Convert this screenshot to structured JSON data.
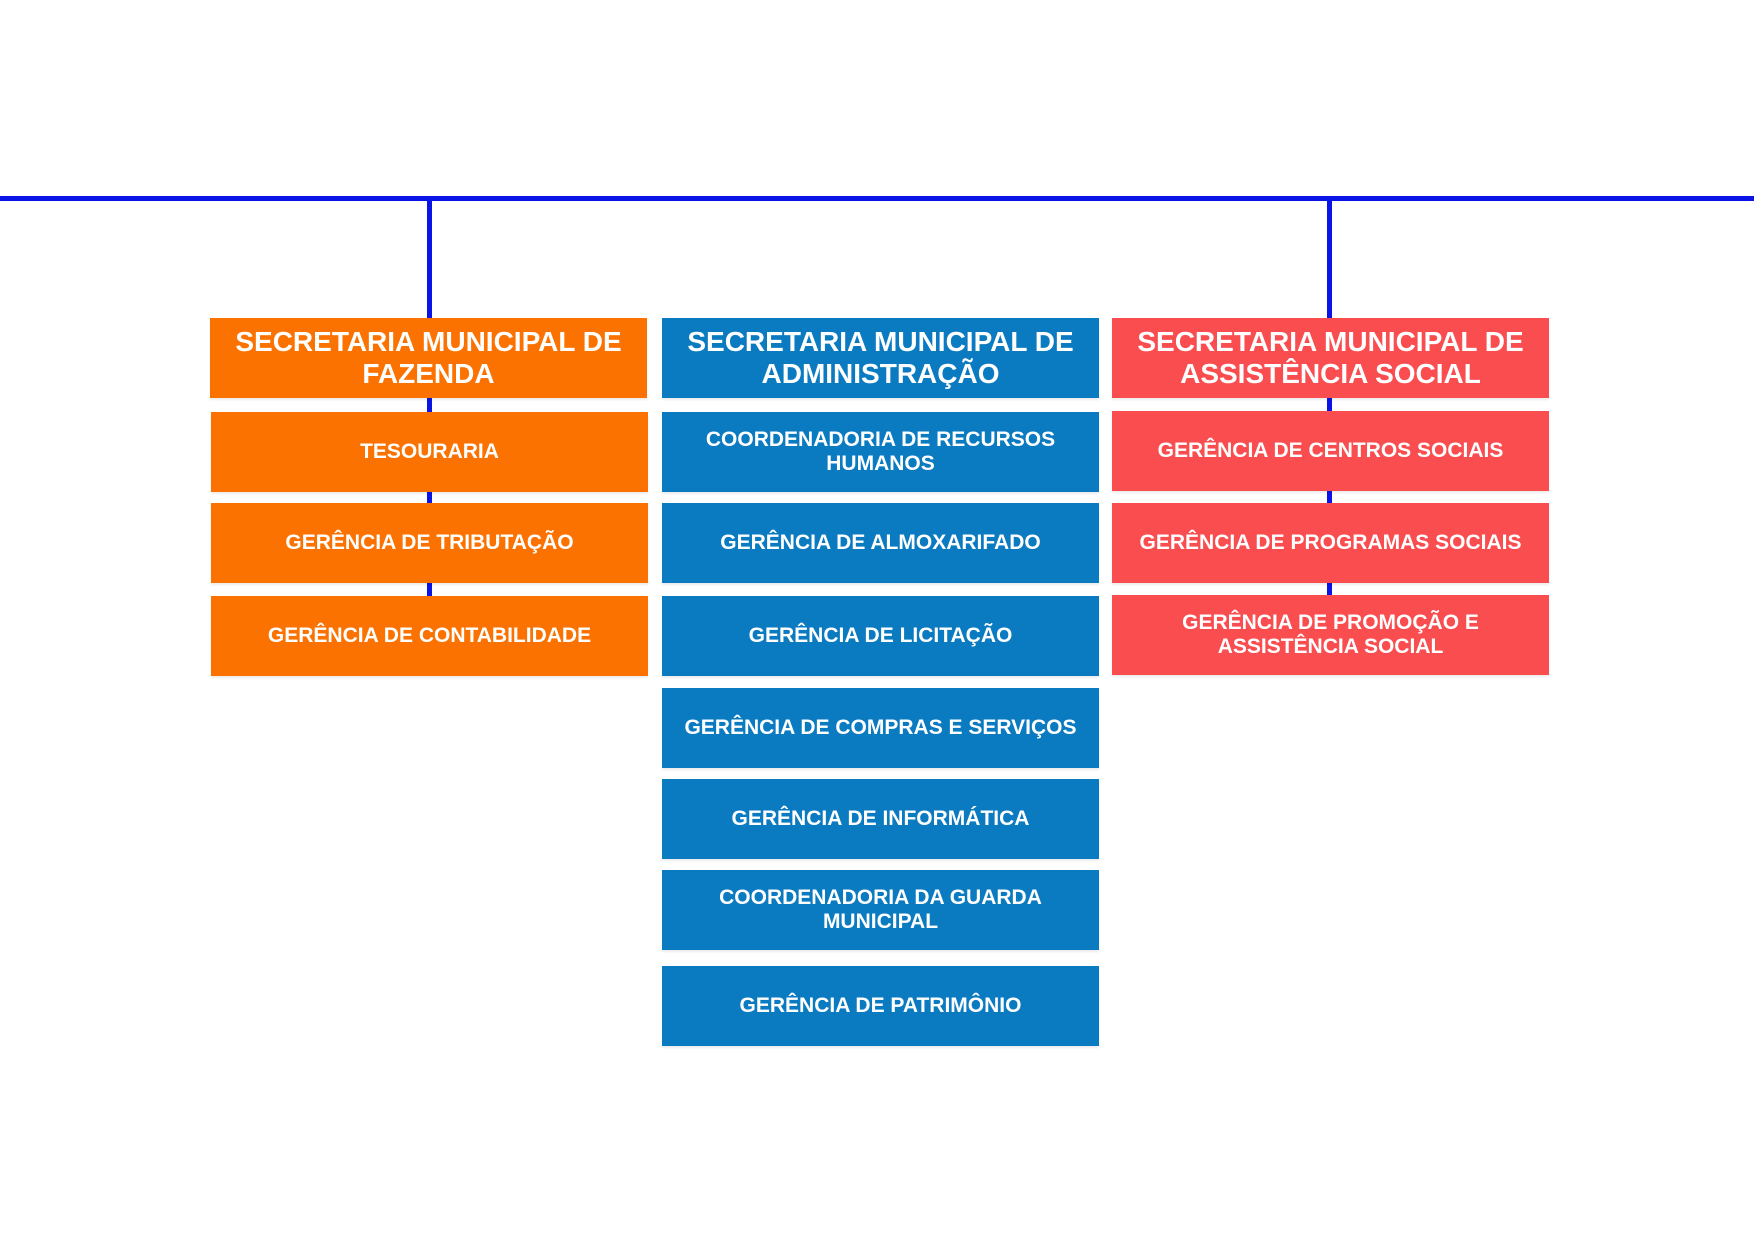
{
  "colors": {
    "connector": "#0b14e6",
    "fazenda": "#fb7200",
    "administracao": "#0a7ac1",
    "assistencia": "#f94d50",
    "text": "#ffffff"
  },
  "columns": [
    {
      "title": "SECRETARIA MUNICIPAL DE FAZENDA",
      "items": [
        "TESOURARIA",
        "GERÊNCIA DE TRIBUTAÇÃO",
        "GERÊNCIA DE CONTABILIDADE"
      ]
    },
    {
      "title": "SECRETARIA MUNICIPAL DE ADMINISTRAÇÃO",
      "items": [
        "COORDENADORIA DE RECURSOS HUMANOS",
        "GERÊNCIA DE ALMOXARIFADO",
        "GERÊNCIA DE LICITAÇÃO",
        "GERÊNCIA DE COMPRAS E SERVIÇOS",
        "GERÊNCIA DE INFORMÁTICA",
        "COORDENADORIA DA GUARDA MUNICIPAL",
        "GERÊNCIA DE PATRIMÔNIO"
      ]
    },
    {
      "title": "SECRETARIA MUNICIPAL DE ASSISTÊNCIA SOCIAL",
      "items": [
        "GERÊNCIA DE CENTROS SOCIAIS",
        "GERÊNCIA DE PROGRAMAS SOCIAIS",
        "GERÊNCIA DE PROMOÇÃO E ASSISTÊNCIA SOCIAL"
      ]
    }
  ]
}
